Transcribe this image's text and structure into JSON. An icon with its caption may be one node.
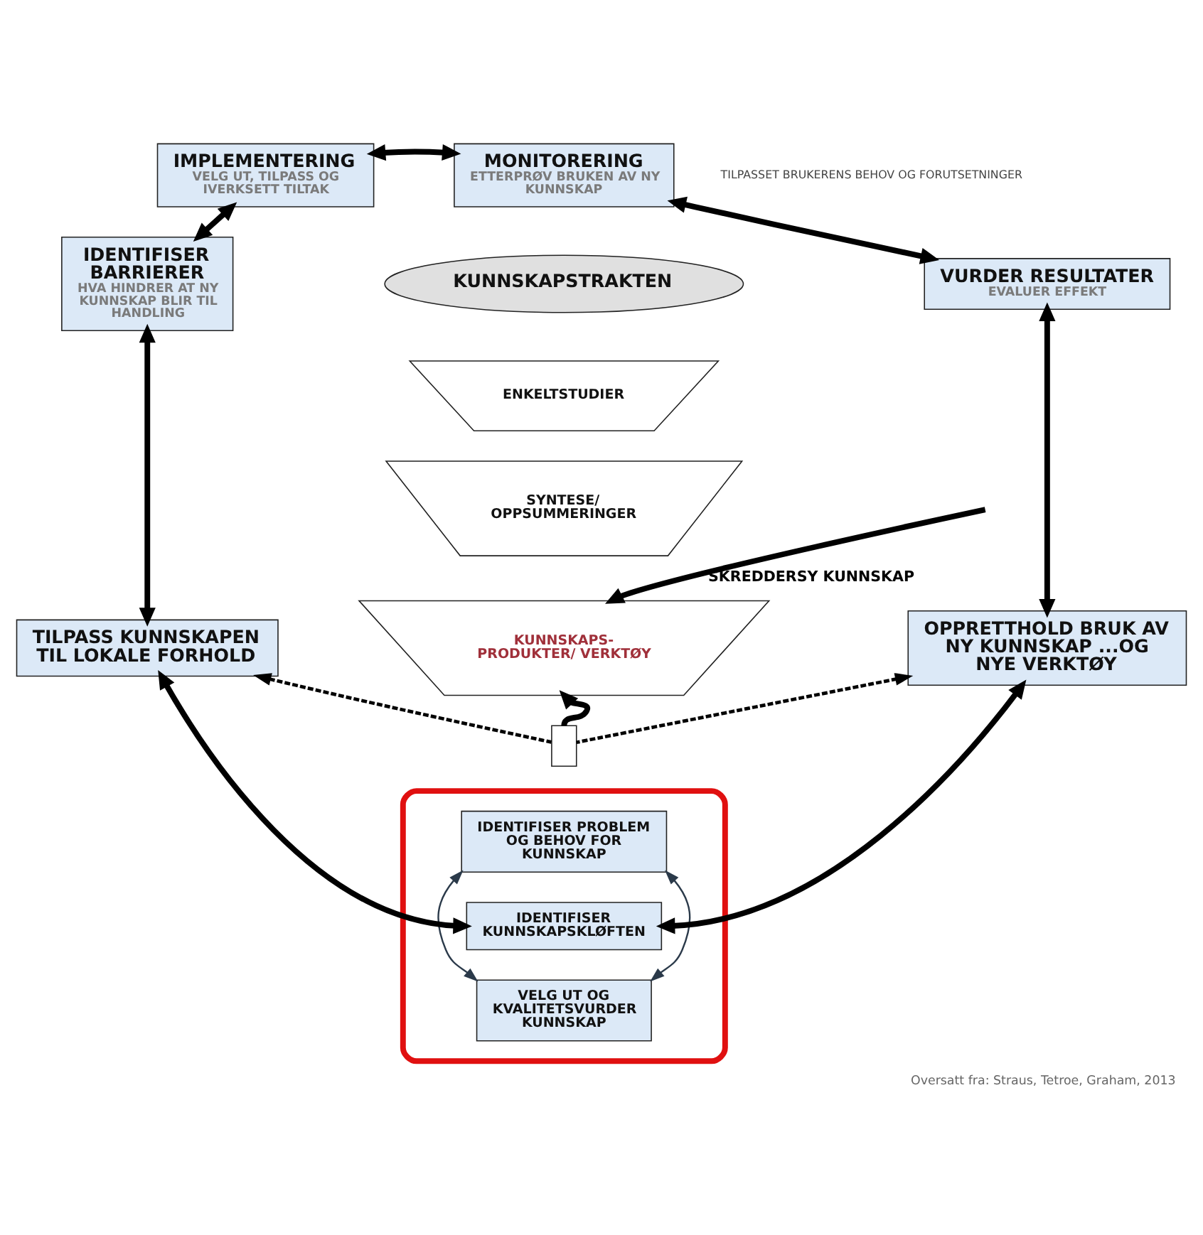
{
  "diagram": {
    "caption": "Oversatt fra: Straus, Tetroe, Graham, 2013",
    "nodes": [
      {
        "text": [
          "IMPLEMENTERING",
          "VELG UT, TILPASS OG IVERKSETT TILTAK"
        ]
      },
      {
        "text": [
          "MONITORERING",
          "ETTERPRØV BRUKEN AV NY KUNNSKAP"
        ]
      },
      {
        "text": [
          "IDENTIFISER BARRIERER",
          "HVA HINDRER AT NY KUNNSKAP BLIR TIL HANDLING"
        ]
      },
      {
        "text": [
          "KUNNSKAPSTRAKTEN"
        ]
      },
      {
        "text": [
          "VURDER RESULTATER",
          "EVALUER EFFEKT"
        ]
      },
      {
        "text": [
          "ENKELTSTUDIER"
        ]
      },
      {
        "text": [
          "SYNTESE/ OPPSUMMERINGER"
        ]
      },
      {
        "text": [
          "KUNNSKAPS- PRODUKTER/ VERKTØY"
        ]
      },
      {
        "text": [
          "TILPASS KUNNSKAPEN TIL LOKALE FORHOLD"
        ]
      },
      {
        "text": [
          "OPPRETTHOLD BRUK AV NY KUNNSKAP ...OG NYE VERKTØY"
        ]
      },
      {
        "text": [],
        "shape": "box"
      },
      {
        "text": [],
        "shape": "ellipse"
      },
      {
        "text": [
          "IDENTIFISER PROBLEM OG BEHOV FOR KUNNSKAP"
        ],
        "in": 11
      },
      {
        "text": [
          "IDENTIFISER KUNNSKAPSKLØFTEN"
        ],
        "in": 11
      },
      {
        "text": [
          "VELG UT OG KVALITETSVURDER KUNNSKAP"
        ],
        "in": 11
      }
    ],
    "edges": [
      {
        "from": 0,
        "to": 1,
        "arrow": "both"
      },
      {
        "from": 2,
        "to": 0,
        "arrow": "both"
      },
      {
        "from": 1,
        "to": 4,
        "arrow": "both"
      },
      {
        "from": 2,
        "to": 8,
        "arrow": "both"
      },
      {
        "from": 4,
        "to": 9,
        "arrow": "both"
      },
      {
        "from": 8,
        "to": 13,
        "arrow": "both"
      },
      {
        "from": 13,
        "to": 9,
        "arrow": "both"
      },
      {
        "from": 12,
        "to": 14,
        "arrow": "both",
        "color": "#2b3a4a"
      },
      {
        "from": 12,
        "to": 14,
        "arrow": "both",
        "color": "#2b3a4a"
      },
      {
        "from": 10,
        "to": 7,
        "arrow": "to"
      },
      {
        "from": 10,
        "to": 8,
        "arrow": "to",
        "style": "dashed"
      },
      {
        "from": 10,
        "to": 9,
        "arrow": "to",
        "style": "dashed"
      },
      {
        "from": null,
        "to": 7,
        "arrow": "to",
        "label": "SKREDDERSY KUNNSKAP"
      }
    ],
    "labels": [
      "TILPASSET BRUKERENS BEHOV OG FORUTSETNINGER"
    ]
  }
}
